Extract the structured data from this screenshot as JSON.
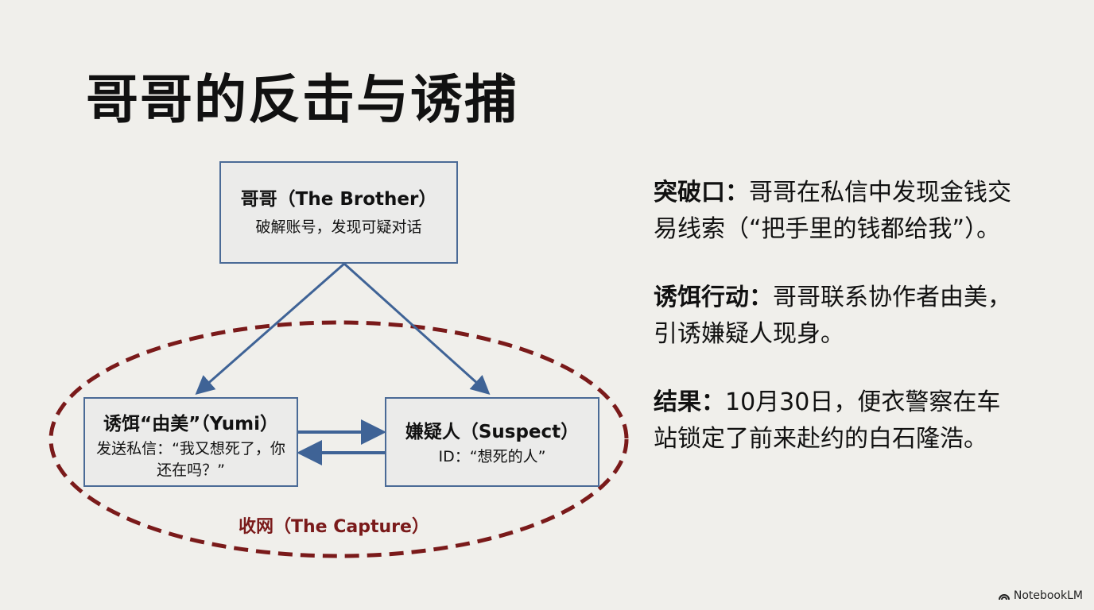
{
  "title": "哥哥的反击与诱捕",
  "diagram": {
    "brother": {
      "heading": "哥哥（The Brother）",
      "text": "破解账号，发现可疑对话"
    },
    "yumi": {
      "heading": "诱饵“由美”（Yumi）",
      "text": "发送私信：“我又想死了，你还在吗？”"
    },
    "suspect": {
      "heading": "嫌疑人（Suspect）",
      "text": "ID：“想死的人”"
    },
    "capture_label": "收网（The Capture）",
    "colors": {
      "box_border": "#4a6a96",
      "arrow": "#3f6396",
      "ellipse": "#7a1a1a"
    }
  },
  "points": [
    {
      "label": "突破口：",
      "text": "哥哥在私信中发现金钱交易线索（“把手里的钱都给我”）。"
    },
    {
      "label": "诱饵行动：",
      "text": "哥哥联系协作者由美，引诱嫌疑人现身。"
    },
    {
      "label": "结果：",
      "text": "10月30日，便衣警察在车站锁定了前来赴约的白石隆浩。"
    }
  ],
  "brand": "NotebookLM"
}
